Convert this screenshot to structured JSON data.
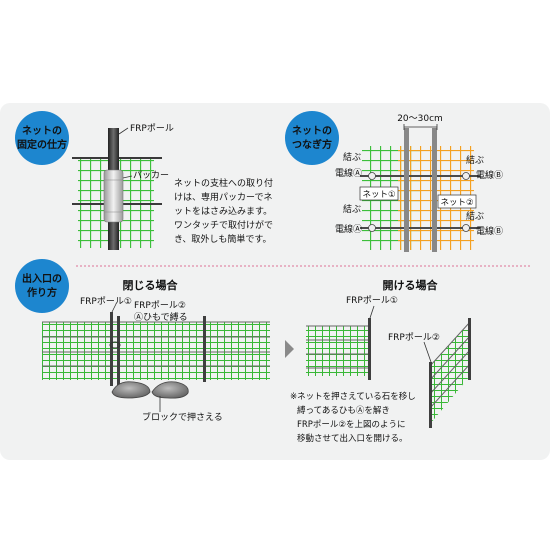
{
  "badges": {
    "fixing": [
      "ネットの",
      "固定の仕方"
    ],
    "joining": [
      "ネットの",
      "つなぎ方"
    ],
    "entrance": [
      "出入口の",
      "作り方"
    ]
  },
  "fixing": {
    "label_pole": "FRPポール",
    "label_packer": "パッカー",
    "description": [
      "ネットの支柱への取り付",
      "けは、専用パッカーでネ",
      "ットをはさみ込みます。",
      "ワンタッチで取付けがで",
      "き、取外しも簡単です。"
    ]
  },
  "joining": {
    "span_label": "20～30cm",
    "tie_left_top": "結ぶ",
    "tie_left_bottom": "結ぶ",
    "tie_right_top": "結ぶ",
    "tie_right_bottom": "結ぶ",
    "wire_a_top": "電線Ⓐ",
    "wire_a_bottom": "電線Ⓐ",
    "wire_b_top": "電線Ⓑ",
    "wire_b_bottom": "電線Ⓑ",
    "net1": "ネット①",
    "net2": "ネット②"
  },
  "entrance": {
    "closed_title": "閉じる場合",
    "open_title": "開ける場合",
    "closed_pole1": "FRPポール①",
    "closed_pole2": "FRPポール②",
    "closed_tie": "Ⓐひもで縛る",
    "block_label": "ブロックで押さえる",
    "open_pole1": "FRPポール①",
    "open_pole2": "FRPポール②",
    "note": [
      "※ネットを押さえている石を移し",
      "縛ってあるひもⒶを解き",
      "FRPポール②を上図のように",
      "移動させて出入口を開ける。"
    ]
  },
  "colors": {
    "badge": "#1d86cf",
    "net": "#3cbf3a",
    "net_orange": "#f4a020",
    "pole": "#3f3f3f",
    "wire": "#4a4a4a",
    "panel": "#f1f2f2",
    "divider": "#d64a7a"
  }
}
